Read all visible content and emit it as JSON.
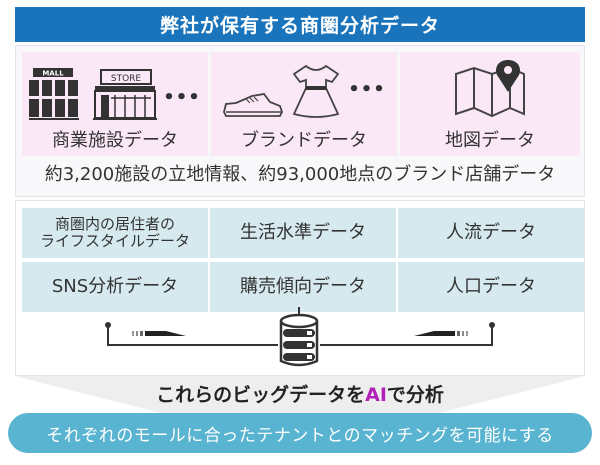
{
  "header": {
    "title": "弊社が保有する商圏分析データ"
  },
  "upper": {
    "categories": [
      {
        "label": "商業施設データ",
        "icons": [
          "mall-icon",
          "store-icon",
          "ellipsis-icon"
        ],
        "icon_texts": {
          "mall": "MALL",
          "store": "STORE"
        }
      },
      {
        "label": "ブランドデータ",
        "icons": [
          "sneaker-icon",
          "dress-icon",
          "ellipsis-icon"
        ]
      },
      {
        "label": "地図データ",
        "icons": [
          "map-pin-icon"
        ]
      }
    ],
    "stat_line": "約3,200施設の立地情報、約93,000地点のブランド店舗データ"
  },
  "lower": {
    "cells": [
      {
        "line1": "商圏内の居住者の",
        "line2": "ライフスタイルデータ"
      },
      {
        "label": "生活水準データ"
      },
      {
        "label": "人流データ"
      },
      {
        "label": "SNS分析データ"
      },
      {
        "label": "購売傾向データ"
      },
      {
        "label": "人口データ"
      }
    ],
    "center_icon": "database-icon"
  },
  "analysis": {
    "prefix": "これらのビッグデータを",
    "highlight": "AI",
    "suffix": "で分析"
  },
  "result": {
    "text": "それぞれのモールに合ったテナントとのマッチングを可能にする"
  },
  "colors": {
    "title_bg": "#1a74bb",
    "pink_cell": "#fbe8f7",
    "blue_cell": "#d5e9ef",
    "pill": "#58b4d0",
    "ai_highlight": "#b021b8"
  }
}
